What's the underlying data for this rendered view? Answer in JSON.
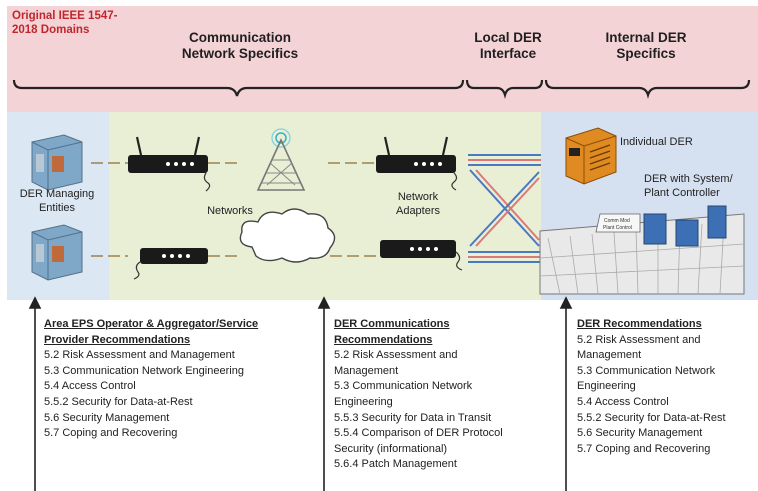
{
  "banner": {
    "domains_label": "Original IEEE 1547-2018 Domains",
    "comm_header": "Communication Network Specifics",
    "local_header": "Local DER Interface",
    "internal_header": "Internal DER Specifics"
  },
  "diagram": {
    "managing_entities": "DER Managing Entities",
    "networks": "Networks",
    "network_adapters": "Network Adapters",
    "individual_der": "Individual DER",
    "der_with_controller": "DER with System/ Plant Controller",
    "cabinet_text_1": "Comm Mod",
    "cabinet_text_2": "Plant Control"
  },
  "sections": {
    "left": {
      "title": "Area EPS Operator & Aggregator/Service Provider Recommendations",
      "items": [
        "5.2 Risk Assessment and Management",
        "5.3 Communication Network Engineering",
        "5.4 Access Control",
        "5.5.2 Security for Data-at-Rest",
        "5.6 Security Management",
        "5.7 Coping and Recovering"
      ]
    },
    "middle": {
      "title": "DER Communications Recommendations",
      "items": [
        "5.2 Risk Assessment and Management",
        "5.3 Communication Network Engineering",
        "5.5.3 Security for Data in Transit",
        "5.5.4 Comparison of DER Protocol Security (informational)",
        "5.6.4 Patch Management"
      ]
    },
    "right": {
      "title": "DER Recommendations",
      "items": [
        "5.2 Risk Assessment and Management",
        "5.3 Communication Network Engineering",
        "5.4 Access Control",
        "5.5.2 Security for Data-at-Rest",
        "5.6 Security Management",
        "5.7 Coping and Recovering"
      ]
    }
  }
}
